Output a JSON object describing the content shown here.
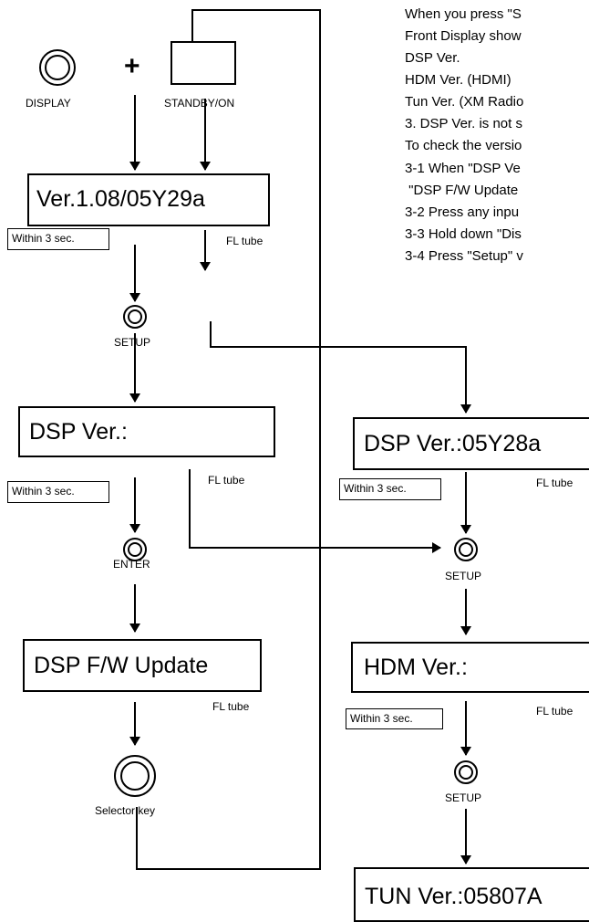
{
  "notes": [
    "When you press \"S",
    "Front Display show",
    "DSP Ver.",
    "HDM Ver. (HDMI)",
    "Tun Ver. (XM Radio",
    "3. DSP Ver. is not s",
    "To check the versio",
    "3-1 When \"DSP Ve",
    " \"DSP F/W Update",
    "3-2 Press any inpu",
    "3-3 Hold down \"Dis",
    "3-4 Press \"Setup\" v"
  ],
  "keys": {
    "display": "DISPLAY",
    "plus": "+",
    "standby": "STANDBY/ON",
    "setup": "SETUP",
    "enter": "ENTER",
    "selector": "Selector key"
  },
  "displays": {
    "version": "Ver.1.08/05Y29a",
    "dsp_blank": "DSP Ver.:",
    "dsp_update": "DSP F/W Update",
    "dsp_value": "DSP Ver.:05Y28a",
    "hdm": "HDM Ver.:",
    "tun": "TUN Ver.:05807A"
  },
  "labels": {
    "fl_tube": "FL tube",
    "within": "Within 3 sec."
  }
}
